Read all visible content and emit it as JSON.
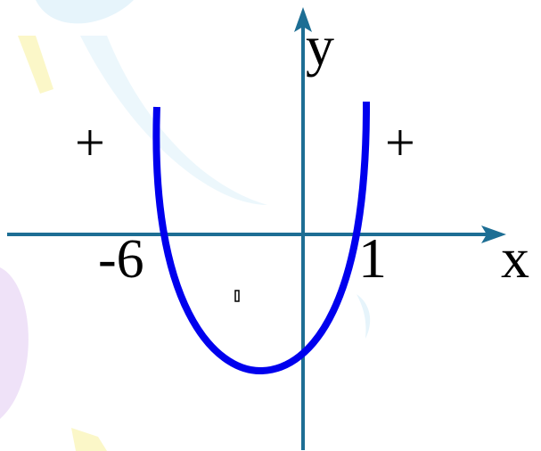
{
  "labels": {
    "x_axis": "x",
    "y_axis": "y",
    "root_left": "-6",
    "root_right": "1",
    "sign_left": "+",
    "sign_right": "+"
  },
  "curve": {
    "type": "parabola",
    "opens": "up",
    "roots": [
      -6,
      1
    ],
    "color": "#0000ee"
  },
  "colors": {
    "axis": "#1d6e94",
    "curve": "#0000ee",
    "text": "#000000"
  }
}
